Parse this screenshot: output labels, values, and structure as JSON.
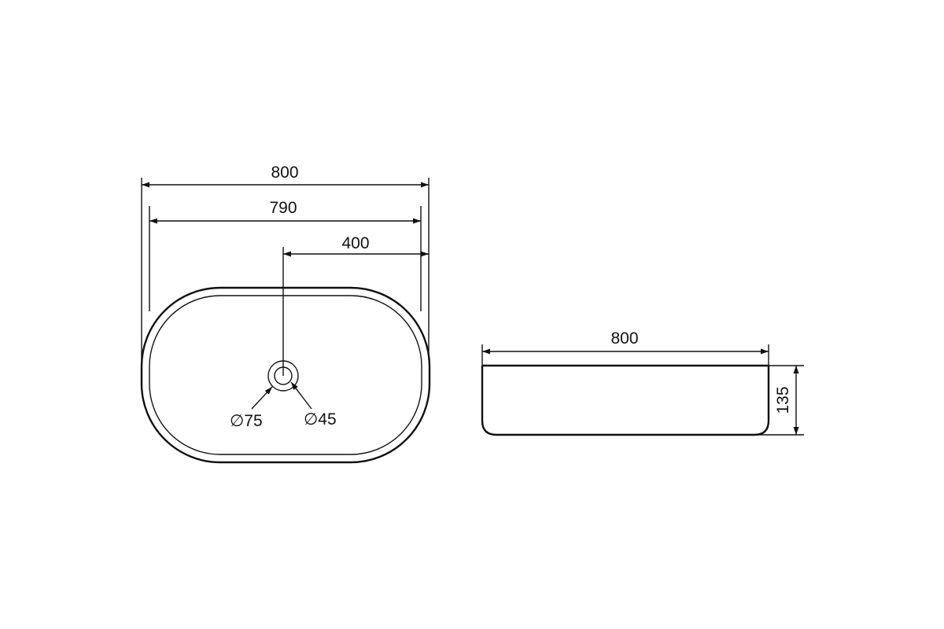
{
  "plan_view": {
    "overall_width": "800",
    "inner_width": "790",
    "drain_offset": "400",
    "outer_ring": "75",
    "inner_ring": "45",
    "diameter_symbol": "∅"
  },
  "side_view": {
    "width": "800",
    "height": "135"
  },
  "colors": {
    "line": "#111111",
    "background": "#ffffff"
  }
}
